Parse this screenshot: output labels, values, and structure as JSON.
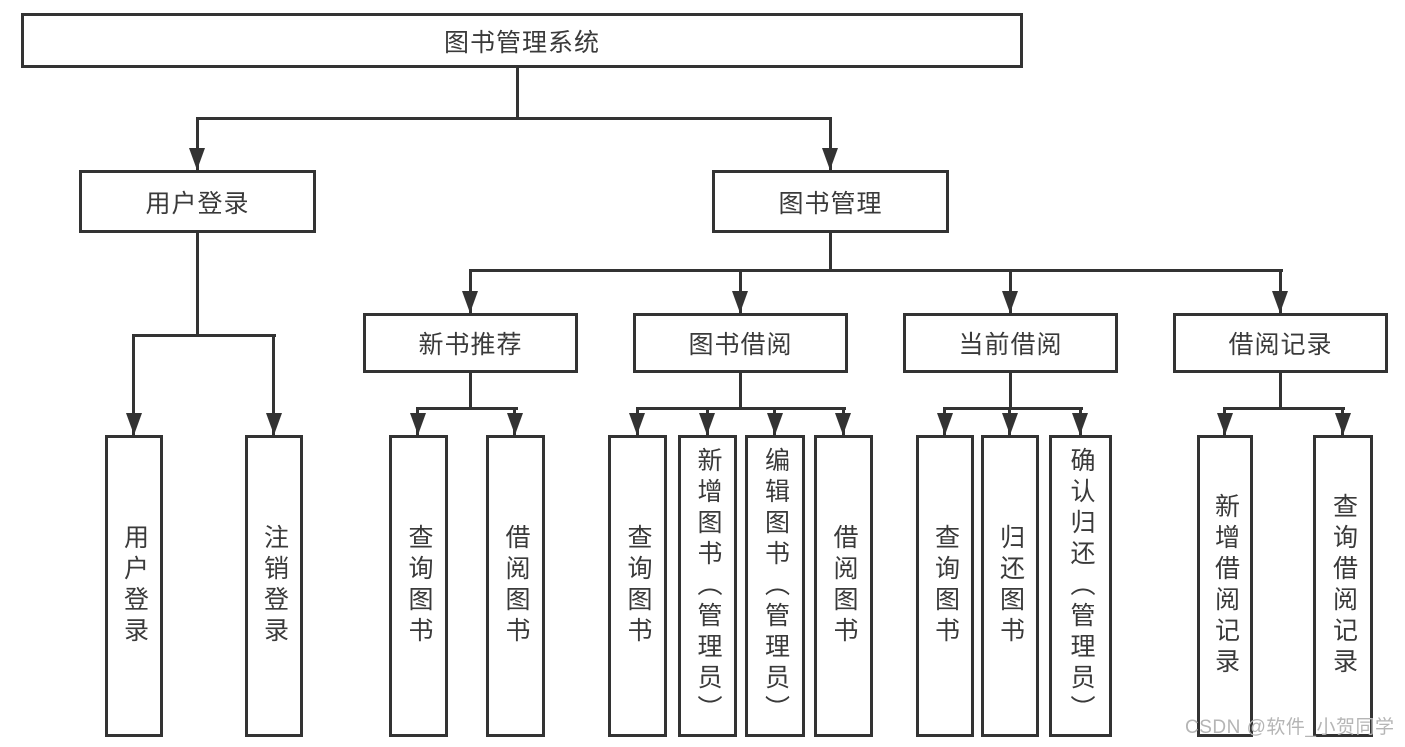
{
  "colors": {
    "line": "#333333",
    "text": "#3a3a3a",
    "watermark": "#b5b5b5",
    "background": "#ffffff"
  },
  "tree": {
    "root": {
      "label": "图书管理系统"
    },
    "branches": [
      {
        "label": "用户登录",
        "leaves": [
          {
            "label": "用户登录"
          },
          {
            "label": "注销登录"
          }
        ]
      },
      {
        "label": "图书管理",
        "sections": [
          {
            "label": "新书推荐",
            "leaves": [
              {
                "label": "查询图书"
              },
              {
                "label": "借阅图书"
              }
            ]
          },
          {
            "label": "图书借阅",
            "leaves": [
              {
                "label": "查询图书"
              },
              {
                "label": "新增图书（管理员）"
              },
              {
                "label": "编辑图书（管理员）"
              },
              {
                "label": "借阅图书"
              }
            ]
          },
          {
            "label": "当前借阅",
            "leaves": [
              {
                "label": "查询图书"
              },
              {
                "label": "归还图书"
              },
              {
                "label": "确认归还（管理员）"
              }
            ]
          },
          {
            "label": "借阅记录",
            "leaves": [
              {
                "label": "新增借阅记录"
              },
              {
                "label": "查询借阅记录"
              }
            ]
          }
        ]
      }
    ]
  },
  "watermark": {
    "text": "CSDN @软件_小贺同学"
  }
}
